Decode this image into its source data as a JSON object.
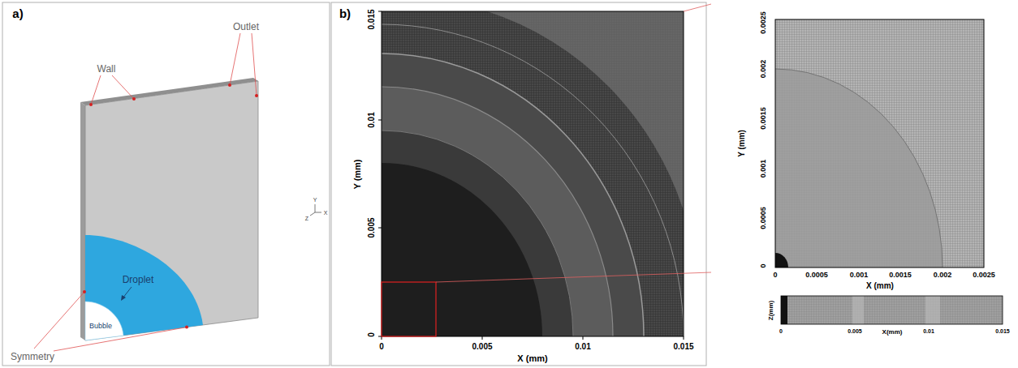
{
  "diagram": {
    "labels": [
      "a)",
      "Wall",
      "Outlet",
      "Droplet",
      "Bubble",
      "Symmetry",
      "Y",
      "X",
      "Z",
      "b)",
      "Y (mm)",
      "0",
      "0.005",
      "0.01",
      "0.015",
      "0",
      "0.005",
      "0.01",
      "0.015",
      "X (mm)",
      "Y (mm)",
      "0",
      "0.0005",
      "0.001",
      "0.0015",
      "0.002",
      "0.0025",
      "0",
      "0.0005",
      "0.001",
      "0.0015",
      "0.002",
      "0.0025",
      "X (mm)",
      "Z(mm)",
      "0",
      "0.005",
      "0.01",
      "0.015",
      "X(mm)"
    ]
  }
}
